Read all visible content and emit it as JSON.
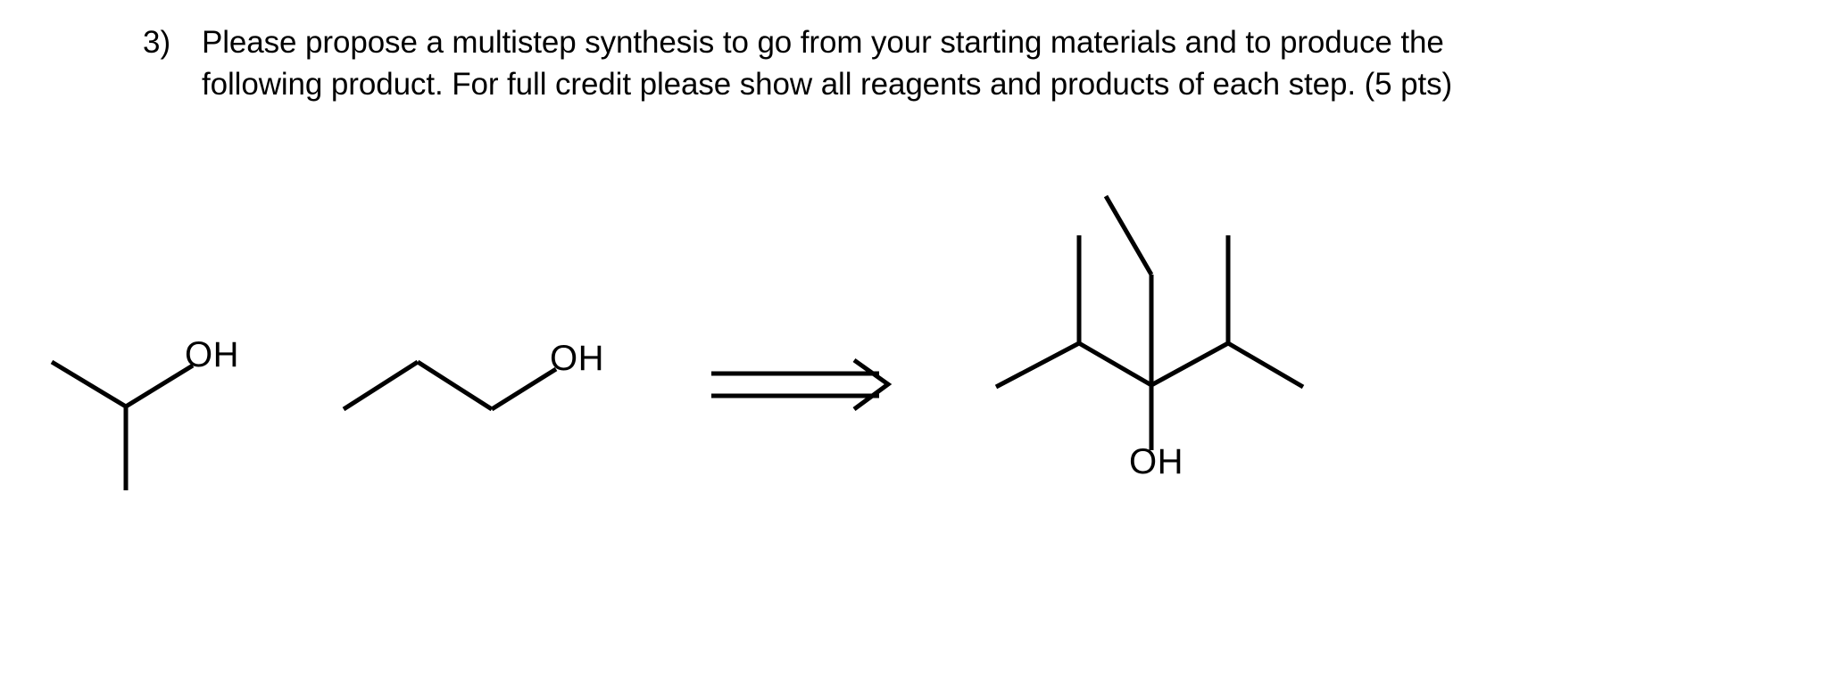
{
  "document": {
    "background_color": "#ffffff",
    "ink_color": "#000000"
  },
  "question": {
    "number": "3)",
    "line1": "Please propose a multistep synthesis to go from your starting materials and to produce the",
    "line2": "following product. For full credit please show all reagents and products of each step. (5 pts)",
    "points": "(5 pts)"
  },
  "scheme": {
    "arrow": {
      "symbol": "retrosynthesis-double-arrow",
      "direction": "right",
      "lines": 2
    },
    "reactants": [
      {
        "id": "molecule-1",
        "name": "2-propanol",
        "label": "OH",
        "label_position": "upper-right",
        "skeleton": "isopropyl alcohol, V-shape with vertical methyl"
      },
      {
        "id": "molecule-2",
        "name": "1-propanol",
        "label": "OH",
        "label_position": "upper-right",
        "skeleton": "three-carbon zigzag chain terminating in hydroxyl"
      }
    ],
    "products": [
      {
        "id": "molecule-3",
        "name": "3-ethyl-2,4-dimethylpentan-3-ol",
        "label": "OH",
        "label_position": "below-center",
        "skeleton": "quaternary carbinol bearing two isopropyl groups and one ethyl group"
      }
    ]
  }
}
